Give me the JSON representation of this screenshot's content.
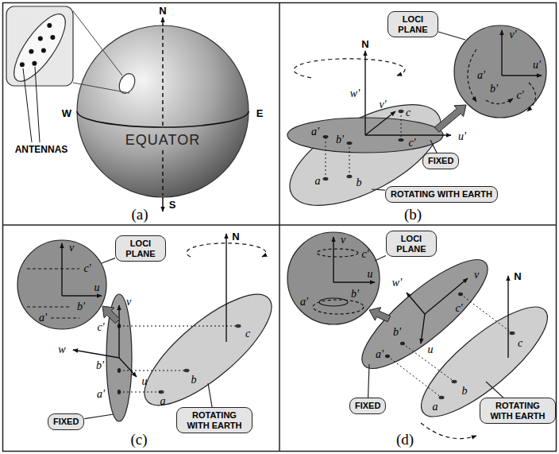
{
  "diagram": {
    "nodes": [
      {
        "text": [
          "LOCI PLANE"
        ]
      },
      {
        "text": [
          "FIXED"
        ]
      },
      {
        "text": [
          "ROTATING WITH EARTH"
        ]
      },
      {
        "text": [
          "LOCI PLANE"
        ]
      },
      {
        "text": [
          "FIXED"
        ]
      },
      {
        "text": [
          "ROTATING WITH EARTH"
        ]
      },
      {
        "text": [
          "LOCI PLANE"
        ]
      },
      {
        "text": [
          "FIXED"
        ]
      },
      {
        "text": [
          "ROTATING WITH EARTH"
        ]
      }
    ],
    "labels": [
      "ANTENNAS",
      "N",
      "W",
      "E",
      "EQUATOR",
      "S",
      "(a)",
      "v'",
      "u'",
      "a'",
      "b'",
      "c'",
      "N",
      "w'",
      "v'",
      "u'",
      "a'",
      "b'",
      "c'",
      "c",
      "a",
      "b",
      "(b)",
      "v",
      "u",
      "c'",
      "b'",
      "a'",
      "v",
      "w",
      "N",
      "c'",
      "b'",
      "u",
      "a'",
      "a",
      "b",
      "c",
      "(c)",
      "v",
      "u",
      "c'",
      "b'",
      "a'",
      "v",
      "w'",
      "u",
      "N",
      "c'",
      "b'",
      "a'",
      "c",
      "b",
      "a",
      "(d)"
    ]
  }
}
